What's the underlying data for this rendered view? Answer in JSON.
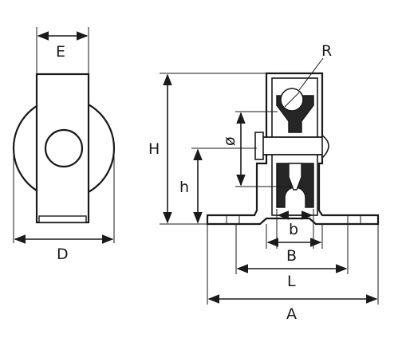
{
  "labels": {
    "E": "E",
    "D": "D",
    "R": "R",
    "H": "H",
    "h": "h",
    "phi": "ø",
    "b": "b",
    "B": "B",
    "L": "L",
    "A": "A"
  }
}
